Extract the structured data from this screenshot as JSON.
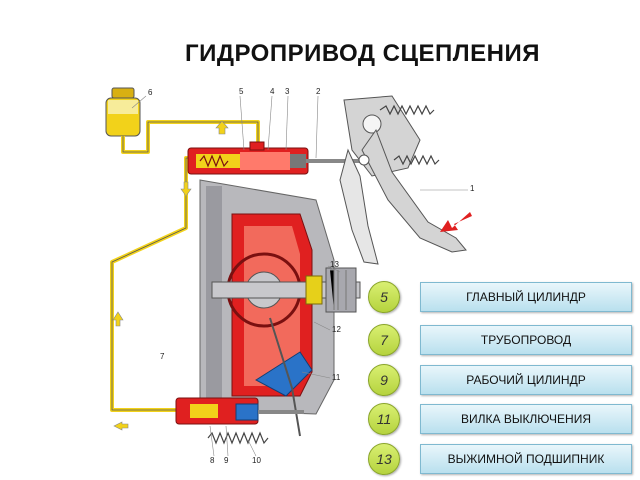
{
  "title": "ГИДРОПРИВОД СЦЕПЛЕНИЯ",
  "callouts": {
    "c1": "1",
    "c2": "2",
    "c3": "3",
    "c4": "4",
    "c5": "5",
    "c6": "6",
    "c7": "7",
    "c8": "8",
    "c9": "9",
    "c10": "10",
    "c11": "11",
    "c12": "12",
    "c13": "13"
  },
  "legend": [
    {
      "number": "5",
      "label": "ГЛАВНЫЙ ЦИЛИНДР"
    },
    {
      "number": "7",
      "label": "ТРУБОПРОВОД"
    },
    {
      "number": "9",
      "label": "РАБОЧИЙ ЦИЛИНДР"
    },
    {
      "number": "11",
      "label": "ВИЛКА ВЫКЛЮЧЕНИЯ"
    },
    {
      "number": "13",
      "label": "ВЫЖИМНОЙ ПОДШИПНИК"
    }
  ],
  "colors": {
    "fluid": "#f2d21a",
    "housing": "#e02020",
    "clutch_casing": "#b8b8bc",
    "fork": "#2a73c8",
    "legend_circle": "#c6e05a",
    "legend_box": "#cdeaf4"
  }
}
